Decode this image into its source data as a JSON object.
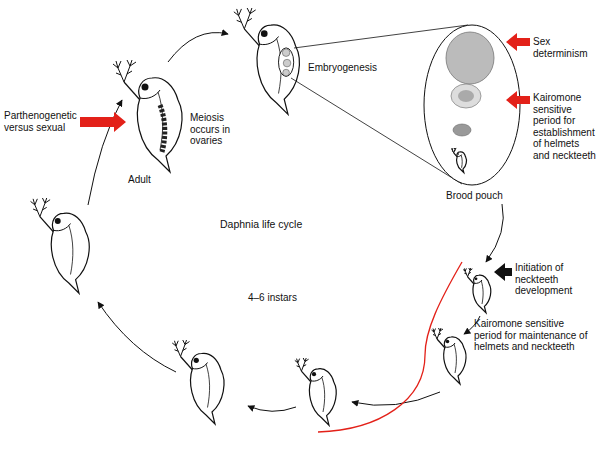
{
  "diagram": {
    "labels": [
      "Parthenogenetic versus sexual",
      "Meiosis occurs in ovaries",
      "Adult",
      "Embryogenesis",
      "Sex determinism",
      "Kairomone sensitive period for establishment of helmets and neckteeth",
      "Brood pouch",
      "Daphnia life cycle",
      "Initiation of neckteeth development",
      "4–6 instars",
      "Kairomone sensitive period for maintenance of helmets and neckteeth"
    ]
  }
}
